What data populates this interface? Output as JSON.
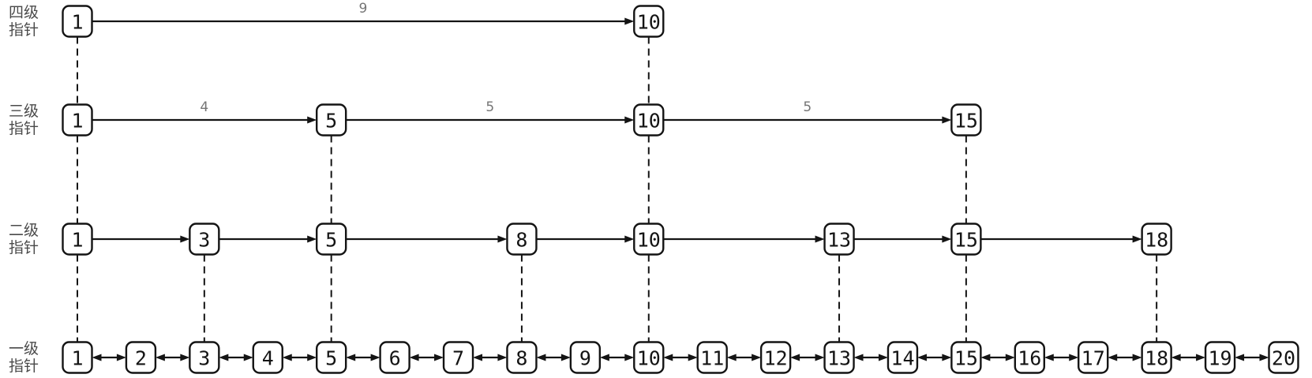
{
  "diagram": {
    "kind": "skip-list",
    "colors": {
      "background": "#ffffff",
      "node_border": "#141414",
      "node_fill": "#ffffff",
      "node_text": "#141414",
      "edge_line": "#141414",
      "edge_label": "#757575",
      "row_label": "#4a4a4a",
      "dashed_link": "#141414"
    },
    "rows": [
      {
        "id": "level-4",
        "label_line1": "四级",
        "label_line2": "指针",
        "nodes": [
          "1",
          "10"
        ],
        "edges": [
          {
            "from": "1",
            "to": "10",
            "label": "9",
            "direction": "forward"
          }
        ]
      },
      {
        "id": "level-3",
        "label_line1": "三级",
        "label_line2": "指针",
        "nodes": [
          "1",
          "5",
          "10",
          "15"
        ],
        "edges": [
          {
            "from": "1",
            "to": "5",
            "label": "4",
            "direction": "forward"
          },
          {
            "from": "5",
            "to": "10",
            "label": "5",
            "direction": "forward"
          },
          {
            "from": "10",
            "to": "15",
            "label": "5",
            "direction": "forward"
          }
        ]
      },
      {
        "id": "level-2",
        "label_line1": "二级",
        "label_line2": "指针",
        "nodes": [
          "1",
          "3",
          "5",
          "8",
          "10",
          "13",
          "15",
          "18"
        ],
        "edges": [
          {
            "from": "1",
            "to": "3",
            "label": "",
            "direction": "forward"
          },
          {
            "from": "3",
            "to": "5",
            "label": "",
            "direction": "forward"
          },
          {
            "from": "5",
            "to": "8",
            "label": "",
            "direction": "forward"
          },
          {
            "from": "8",
            "to": "10",
            "label": "",
            "direction": "forward"
          },
          {
            "from": "10",
            "to": "13",
            "label": "",
            "direction": "forward"
          },
          {
            "from": "13",
            "to": "15",
            "label": "",
            "direction": "forward"
          },
          {
            "from": "15",
            "to": "18",
            "label": "",
            "direction": "forward"
          }
        ]
      },
      {
        "id": "level-1",
        "label_line1": "一级",
        "label_line2": "指针",
        "nodes": [
          "1",
          "2",
          "3",
          "4",
          "5",
          "6",
          "7",
          "8",
          "9",
          "10",
          "11",
          "12",
          "13",
          "14",
          "15",
          "16",
          "17",
          "18",
          "19",
          "20"
        ],
        "edges": [
          {
            "from": "1",
            "to": "2",
            "label": "",
            "direction": "both"
          },
          {
            "from": "2",
            "to": "3",
            "label": "",
            "direction": "both"
          },
          {
            "from": "3",
            "to": "4",
            "label": "",
            "direction": "both"
          },
          {
            "from": "4",
            "to": "5",
            "label": "",
            "direction": "both"
          },
          {
            "from": "5",
            "to": "6",
            "label": "",
            "direction": "both"
          },
          {
            "from": "6",
            "to": "7",
            "label": "",
            "direction": "both"
          },
          {
            "from": "7",
            "to": "8",
            "label": "",
            "direction": "both"
          },
          {
            "from": "8",
            "to": "9",
            "label": "",
            "direction": "both"
          },
          {
            "from": "9",
            "to": "10",
            "label": "",
            "direction": "both"
          },
          {
            "from": "10",
            "to": "11",
            "label": "",
            "direction": "both"
          },
          {
            "from": "11",
            "to": "12",
            "label": "",
            "direction": "both"
          },
          {
            "from": "12",
            "to": "13",
            "label": "",
            "direction": "both"
          },
          {
            "from": "13",
            "to": "14",
            "label": "",
            "direction": "both"
          },
          {
            "from": "14",
            "to": "15",
            "label": "",
            "direction": "both"
          },
          {
            "from": "15",
            "to": "16",
            "label": "",
            "direction": "both"
          },
          {
            "from": "16",
            "to": "17",
            "label": "",
            "direction": "both"
          },
          {
            "from": "17",
            "to": "18",
            "label": "",
            "direction": "both"
          },
          {
            "from": "18",
            "to": "19",
            "label": "",
            "direction": "both"
          },
          {
            "from": "19",
            "to": "20",
            "label": "",
            "direction": "both"
          }
        ]
      }
    ],
    "dashed_links": [
      {
        "from_row": "level-4",
        "to_row": "level-3",
        "values": [
          "1",
          "10"
        ]
      },
      {
        "from_row": "level-3",
        "to_row": "level-2",
        "values": [
          "1",
          "5",
          "10",
          "15"
        ]
      },
      {
        "from_row": "level-2",
        "to_row": "level-1",
        "values": [
          "1",
          "3",
          "5",
          "8",
          "10",
          "13",
          "15",
          "18"
        ]
      }
    ]
  }
}
